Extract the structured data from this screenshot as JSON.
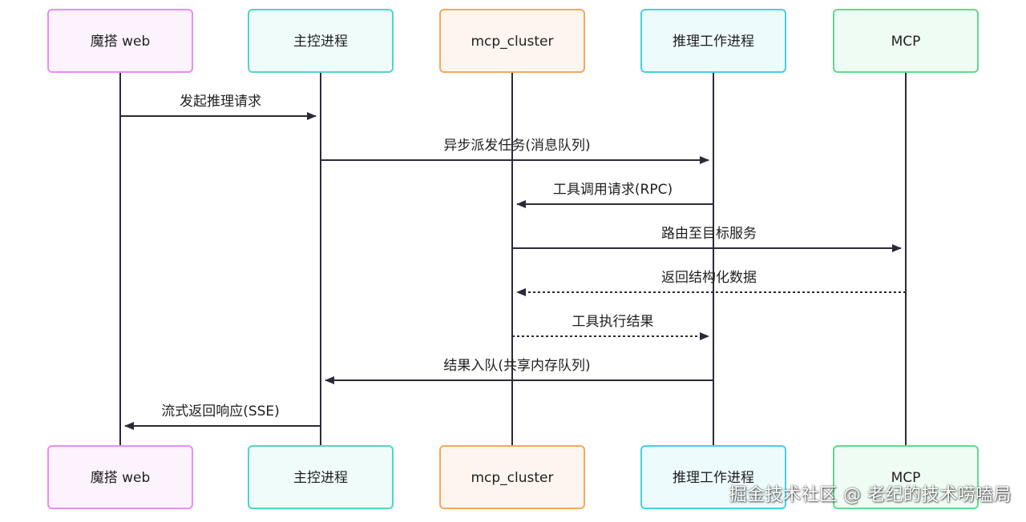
{
  "participants": [
    {
      "id": "web",
      "label": "魔搭 web",
      "border": "#e58ef0",
      "fill": "#fdf3fe"
    },
    {
      "id": "main",
      "label": "主控进程",
      "border": "#4fd6c6",
      "fill": "#effcfa"
    },
    {
      "id": "cluster",
      "label": "mcp_cluster",
      "border": "#f4a75c",
      "fill": "#fef6ee"
    },
    {
      "id": "worker",
      "label": "推理工作进程",
      "border": "#45cfe6",
      "fill": "#eefbfd"
    },
    {
      "id": "mcp",
      "label": "MCP",
      "border": "#5fdb8a",
      "fill": "#effcf3"
    }
  ],
  "messages": [
    {
      "from": "web",
      "to": "main",
      "label": "发起推理请求",
      "style": "solid"
    },
    {
      "from": "main",
      "to": "worker",
      "label": "异步派发任务(消息队列)",
      "style": "solid"
    },
    {
      "from": "worker",
      "to": "cluster",
      "label": "工具调用请求(RPC)",
      "style": "solid"
    },
    {
      "from": "cluster",
      "to": "mcp",
      "label": "路由至目标服务",
      "style": "solid"
    },
    {
      "from": "mcp",
      "to": "cluster",
      "label": "返回结构化数据",
      "style": "dashed"
    },
    {
      "from": "cluster",
      "to": "worker",
      "label": "工具执行结果",
      "style": "dashed"
    },
    {
      "from": "worker",
      "to": "main",
      "label": "结果入队(共享内存队列)",
      "style": "solid"
    },
    {
      "from": "main",
      "to": "web",
      "label": "流式返回响应(SSE)",
      "style": "solid"
    }
  ],
  "watermark": "掘金技术社区 @ 老纪的技术唠嗑局",
  "colors": {
    "line": "#2a2a3a",
    "text": "#1f1f1f"
  }
}
